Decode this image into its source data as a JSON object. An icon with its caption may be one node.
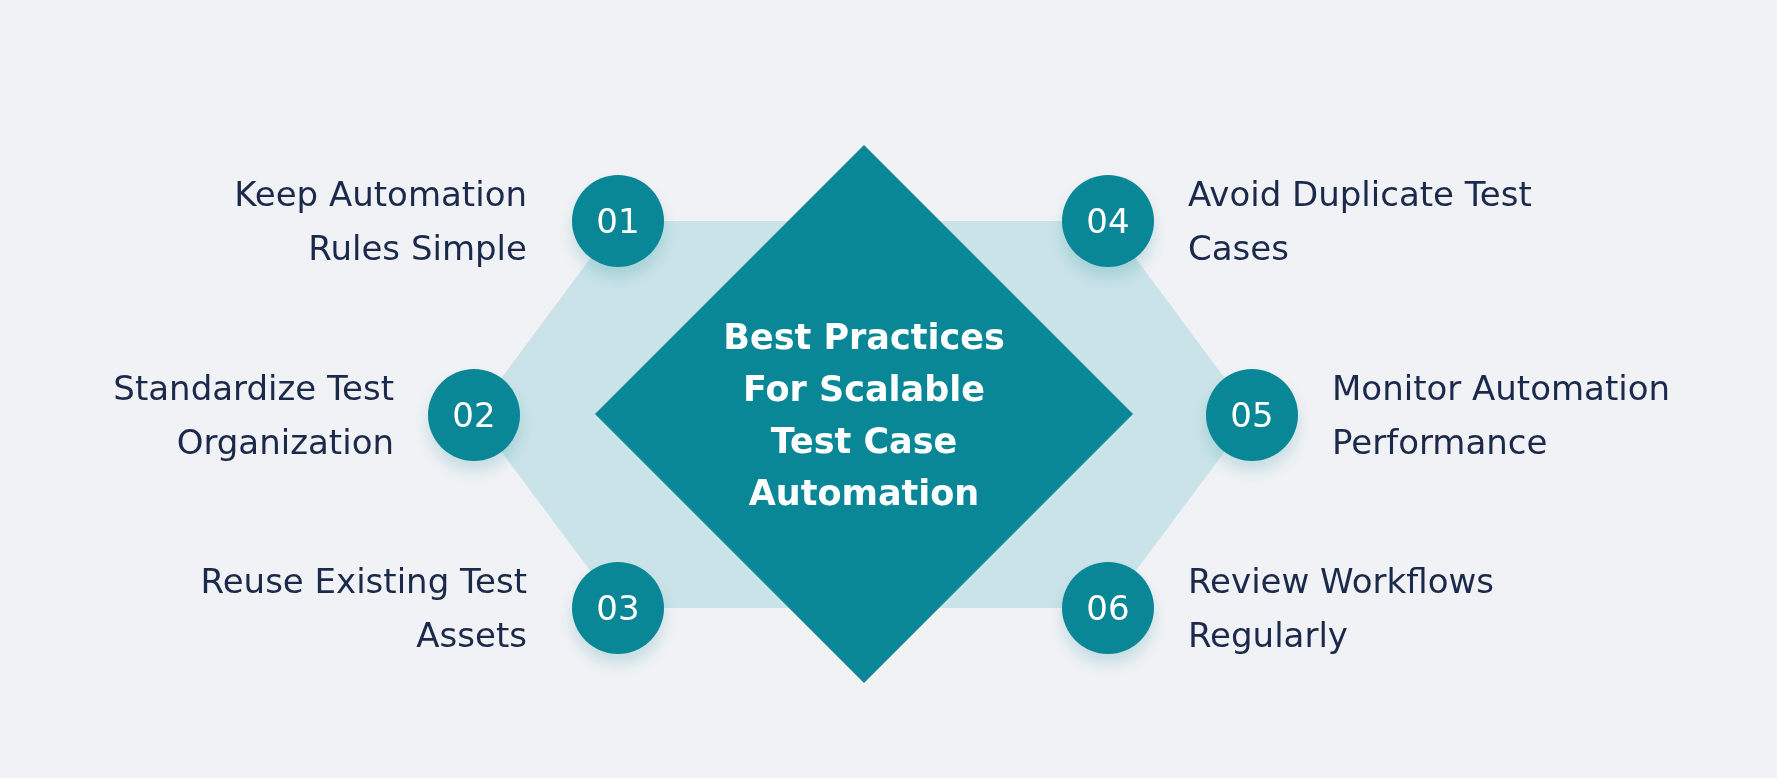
{
  "diagram": {
    "nodes": [
      {
        "text": [
          "Best Practices For Scalable Test Case Automation"
        ]
      },
      {
        "text": [
          "01"
        ],
        "beside": [
          "Keep Automation Rules Simple"
        ]
      },
      {
        "text": [
          "02"
        ],
        "beside": [
          "Standardize Test Organization"
        ]
      },
      {
        "text": [
          "03"
        ],
        "beside": [
          "Reuse Existing Test Assets"
        ]
      },
      {
        "text": [
          "04"
        ],
        "beside": [
          "Avoid Duplicate Test Cases"
        ]
      },
      {
        "text": [
          "05"
        ],
        "beside": [
          "Monitor Automation Performance"
        ]
      },
      {
        "text": [
          "06"
        ],
        "beside": [
          "Review Workflows Regularly"
        ]
      }
    ]
  }
}
